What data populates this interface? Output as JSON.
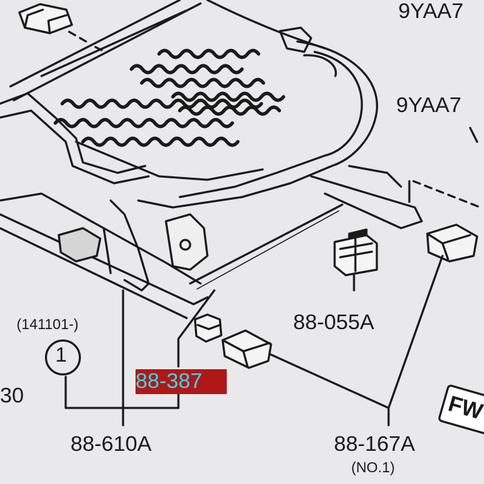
{
  "labels": {
    "top_right_1": "9YAA7",
    "top_right_2": "9YAA7",
    "part_055": "88-055A",
    "date_note": "(141101-)",
    "ref_number": "1",
    "left_edge": "30",
    "part_387": "88-387",
    "part_610": "88-610A",
    "part_167": "88-167A",
    "part_167_note": "(NO.1)",
    "forward_badge": "FW"
  },
  "colors": {
    "background": "#e9e9ec",
    "line": "#1a1a1a",
    "highlight_bg": "#b01818",
    "highlight_text": "#3ad6e6"
  }
}
